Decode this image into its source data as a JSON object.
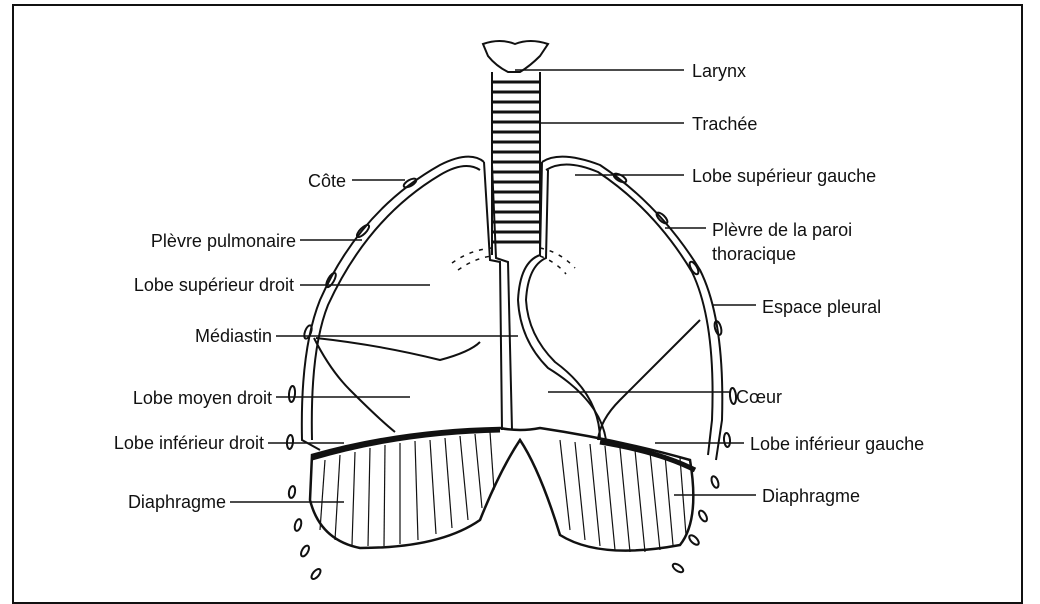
{
  "diagram": {
    "labels_left": [
      {
        "key": "cote",
        "text": "Côte"
      },
      {
        "key": "plevre_pulmonaire",
        "text": "Plèvre pulmonaire"
      },
      {
        "key": "lobe_sup_droit",
        "text": "Lobe supérieur droit"
      },
      {
        "key": "mediastin",
        "text": "Médiastin"
      },
      {
        "key": "lobe_moyen_droit",
        "text": "Lobe moyen droit"
      },
      {
        "key": "lobe_inf_droit",
        "text": "Lobe inférieur droit"
      },
      {
        "key": "diaphragme_l",
        "text": "Diaphragme"
      }
    ],
    "labels_right": [
      {
        "key": "larynx",
        "text": "Larynx"
      },
      {
        "key": "trachee",
        "text": "Trachée"
      },
      {
        "key": "lobe_sup_gauche",
        "text": "Lobe supérieur gauche"
      },
      {
        "key": "plevre_paroi",
        "text": "Plèvre de la paroi thoracique"
      },
      {
        "key": "espace_pleural",
        "text": "Espace pleural"
      },
      {
        "key": "coeur",
        "text": "Cœur"
      },
      {
        "key": "lobe_inf_gauche",
        "text": "Lobe inférieur gauche"
      },
      {
        "key": "diaphragme_r",
        "text": "Diaphragme"
      }
    ]
  }
}
